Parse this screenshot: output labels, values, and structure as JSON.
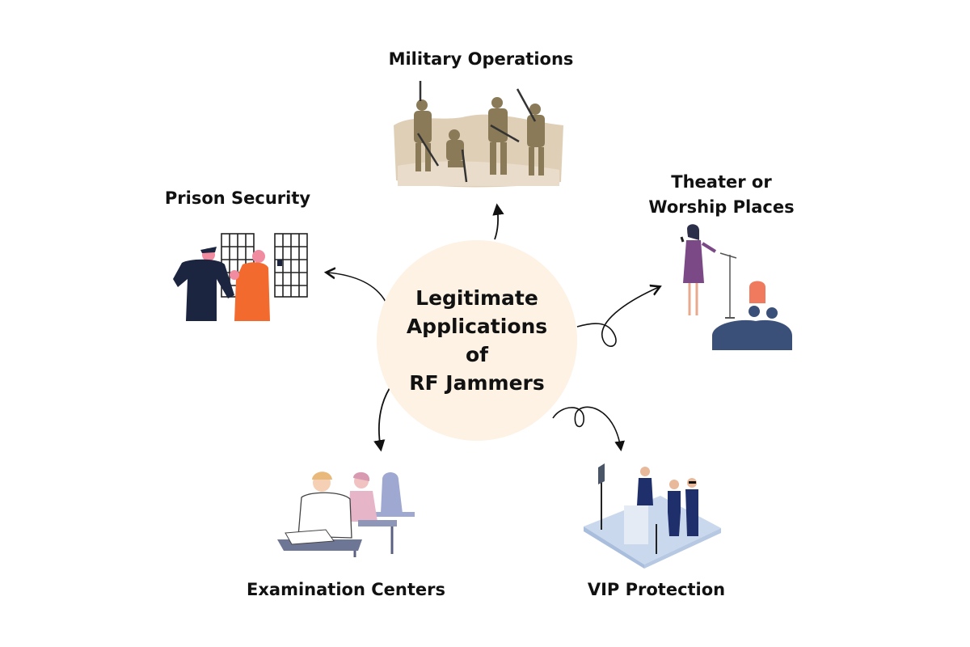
{
  "center": {
    "lines": [
      "Legitimate",
      "Applications of",
      "RF Jammers"
    ]
  },
  "nodes": {
    "military": {
      "label": "Military Operations"
    },
    "prison": {
      "label": "Prison Security"
    },
    "theater": {
      "label_lines": [
        "Theater or",
        "Worship Places"
      ]
    },
    "exam": {
      "label": "Examination Centers"
    },
    "vip": {
      "label": "VIP Protection"
    }
  },
  "colors": {
    "center_fill": "#fdf2e3",
    "navy": "#1c2540",
    "orange": "#f26a2e",
    "purple": "#7b4a86",
    "slate_blue": "#3b5078",
    "pale_blue": "#c9d8ec"
  }
}
